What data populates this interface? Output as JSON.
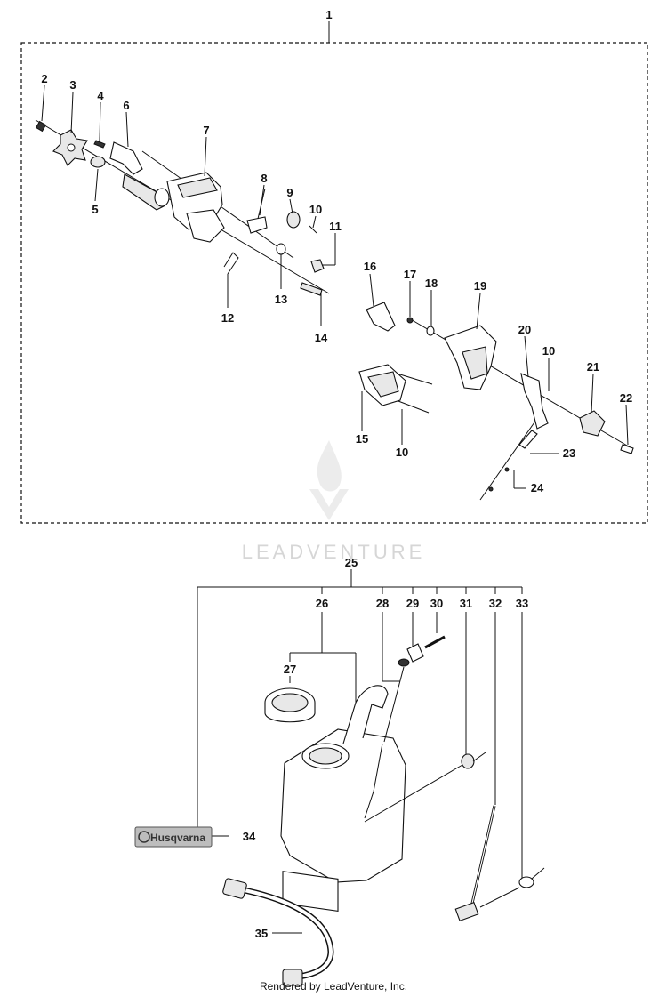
{
  "callouts": {
    "c1": "1",
    "c2": "2",
    "c3": "3",
    "c4": "4",
    "c5": "5",
    "c6": "6",
    "c7": "7",
    "c8": "8",
    "c9": "9",
    "c10a": "10",
    "c10b": "10",
    "c10c": "10",
    "c11": "11",
    "c12": "12",
    "c13": "13",
    "c14": "14",
    "c15": "15",
    "c16": "16",
    "c17": "17",
    "c18": "18",
    "c19": "19",
    "c20": "20",
    "c21": "21",
    "c22": "22",
    "c23": "23",
    "c24": "24",
    "c25": "25",
    "c26": "26",
    "c27": "27",
    "c28": "28",
    "c29": "29",
    "c30": "30",
    "c31": "31",
    "c32": "32",
    "c33": "33",
    "c34": "34",
    "c35": "35"
  },
  "decal": {
    "brand": "Husqvarna"
  },
  "watermark": {
    "text": "LEADVENTURE"
  },
  "footer": {
    "text": "Rendered by LeadVenture, Inc."
  }
}
